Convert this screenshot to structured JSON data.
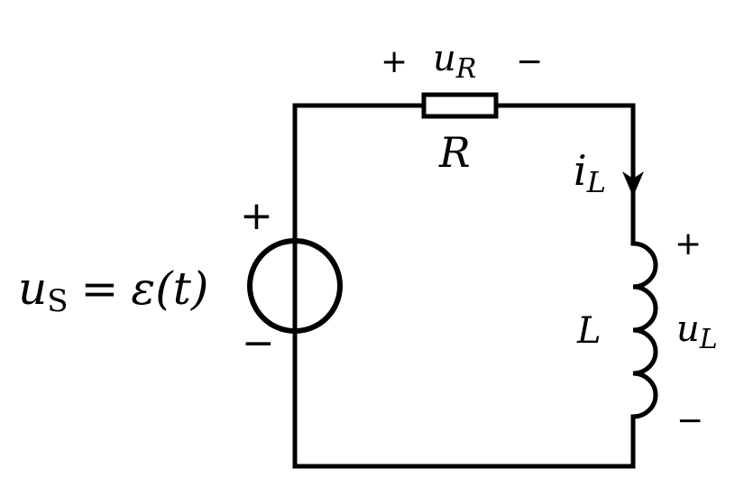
{
  "diagram": {
    "title": "RL circuit with unit step voltage source",
    "colors": {
      "stroke": "#000000",
      "background": "#ffffff"
    },
    "source": {
      "label_var": "u",
      "label_sub": "S",
      "label_eq": "=",
      "label_func": "ε(t)",
      "plus": "+",
      "minus": "−",
      "icon": "independent-voltage-source-icon"
    },
    "resistor": {
      "name": "R",
      "voltage_var": "u",
      "voltage_sub": "R",
      "plus": "+",
      "minus": "−",
      "icon": "resistor-icon"
    },
    "inductor": {
      "name": "L",
      "voltage_var": "u",
      "voltage_sub": "L",
      "current_var": "i",
      "current_sub": "L",
      "plus": "+",
      "minus": "−",
      "icon": "inductor-icon"
    }
  }
}
